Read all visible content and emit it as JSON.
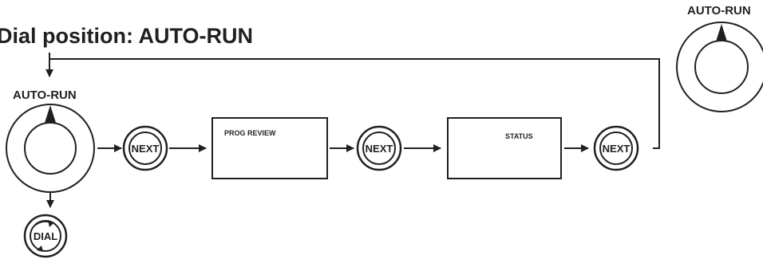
{
  "title": "Dial position: AUTO-RUN",
  "dial": {
    "main_label": "AUTO-RUN",
    "corner_label": "AUTO-RUN"
  },
  "buttons": {
    "next_1": "NEXT",
    "next_2": "NEXT",
    "next_3": "NEXT",
    "dial": "DIAL"
  },
  "screens": {
    "prog_review": "PROG REVIEW",
    "status": "STATUS"
  },
  "colors": {
    "ink": "#231f20",
    "background": "#ffffff"
  }
}
